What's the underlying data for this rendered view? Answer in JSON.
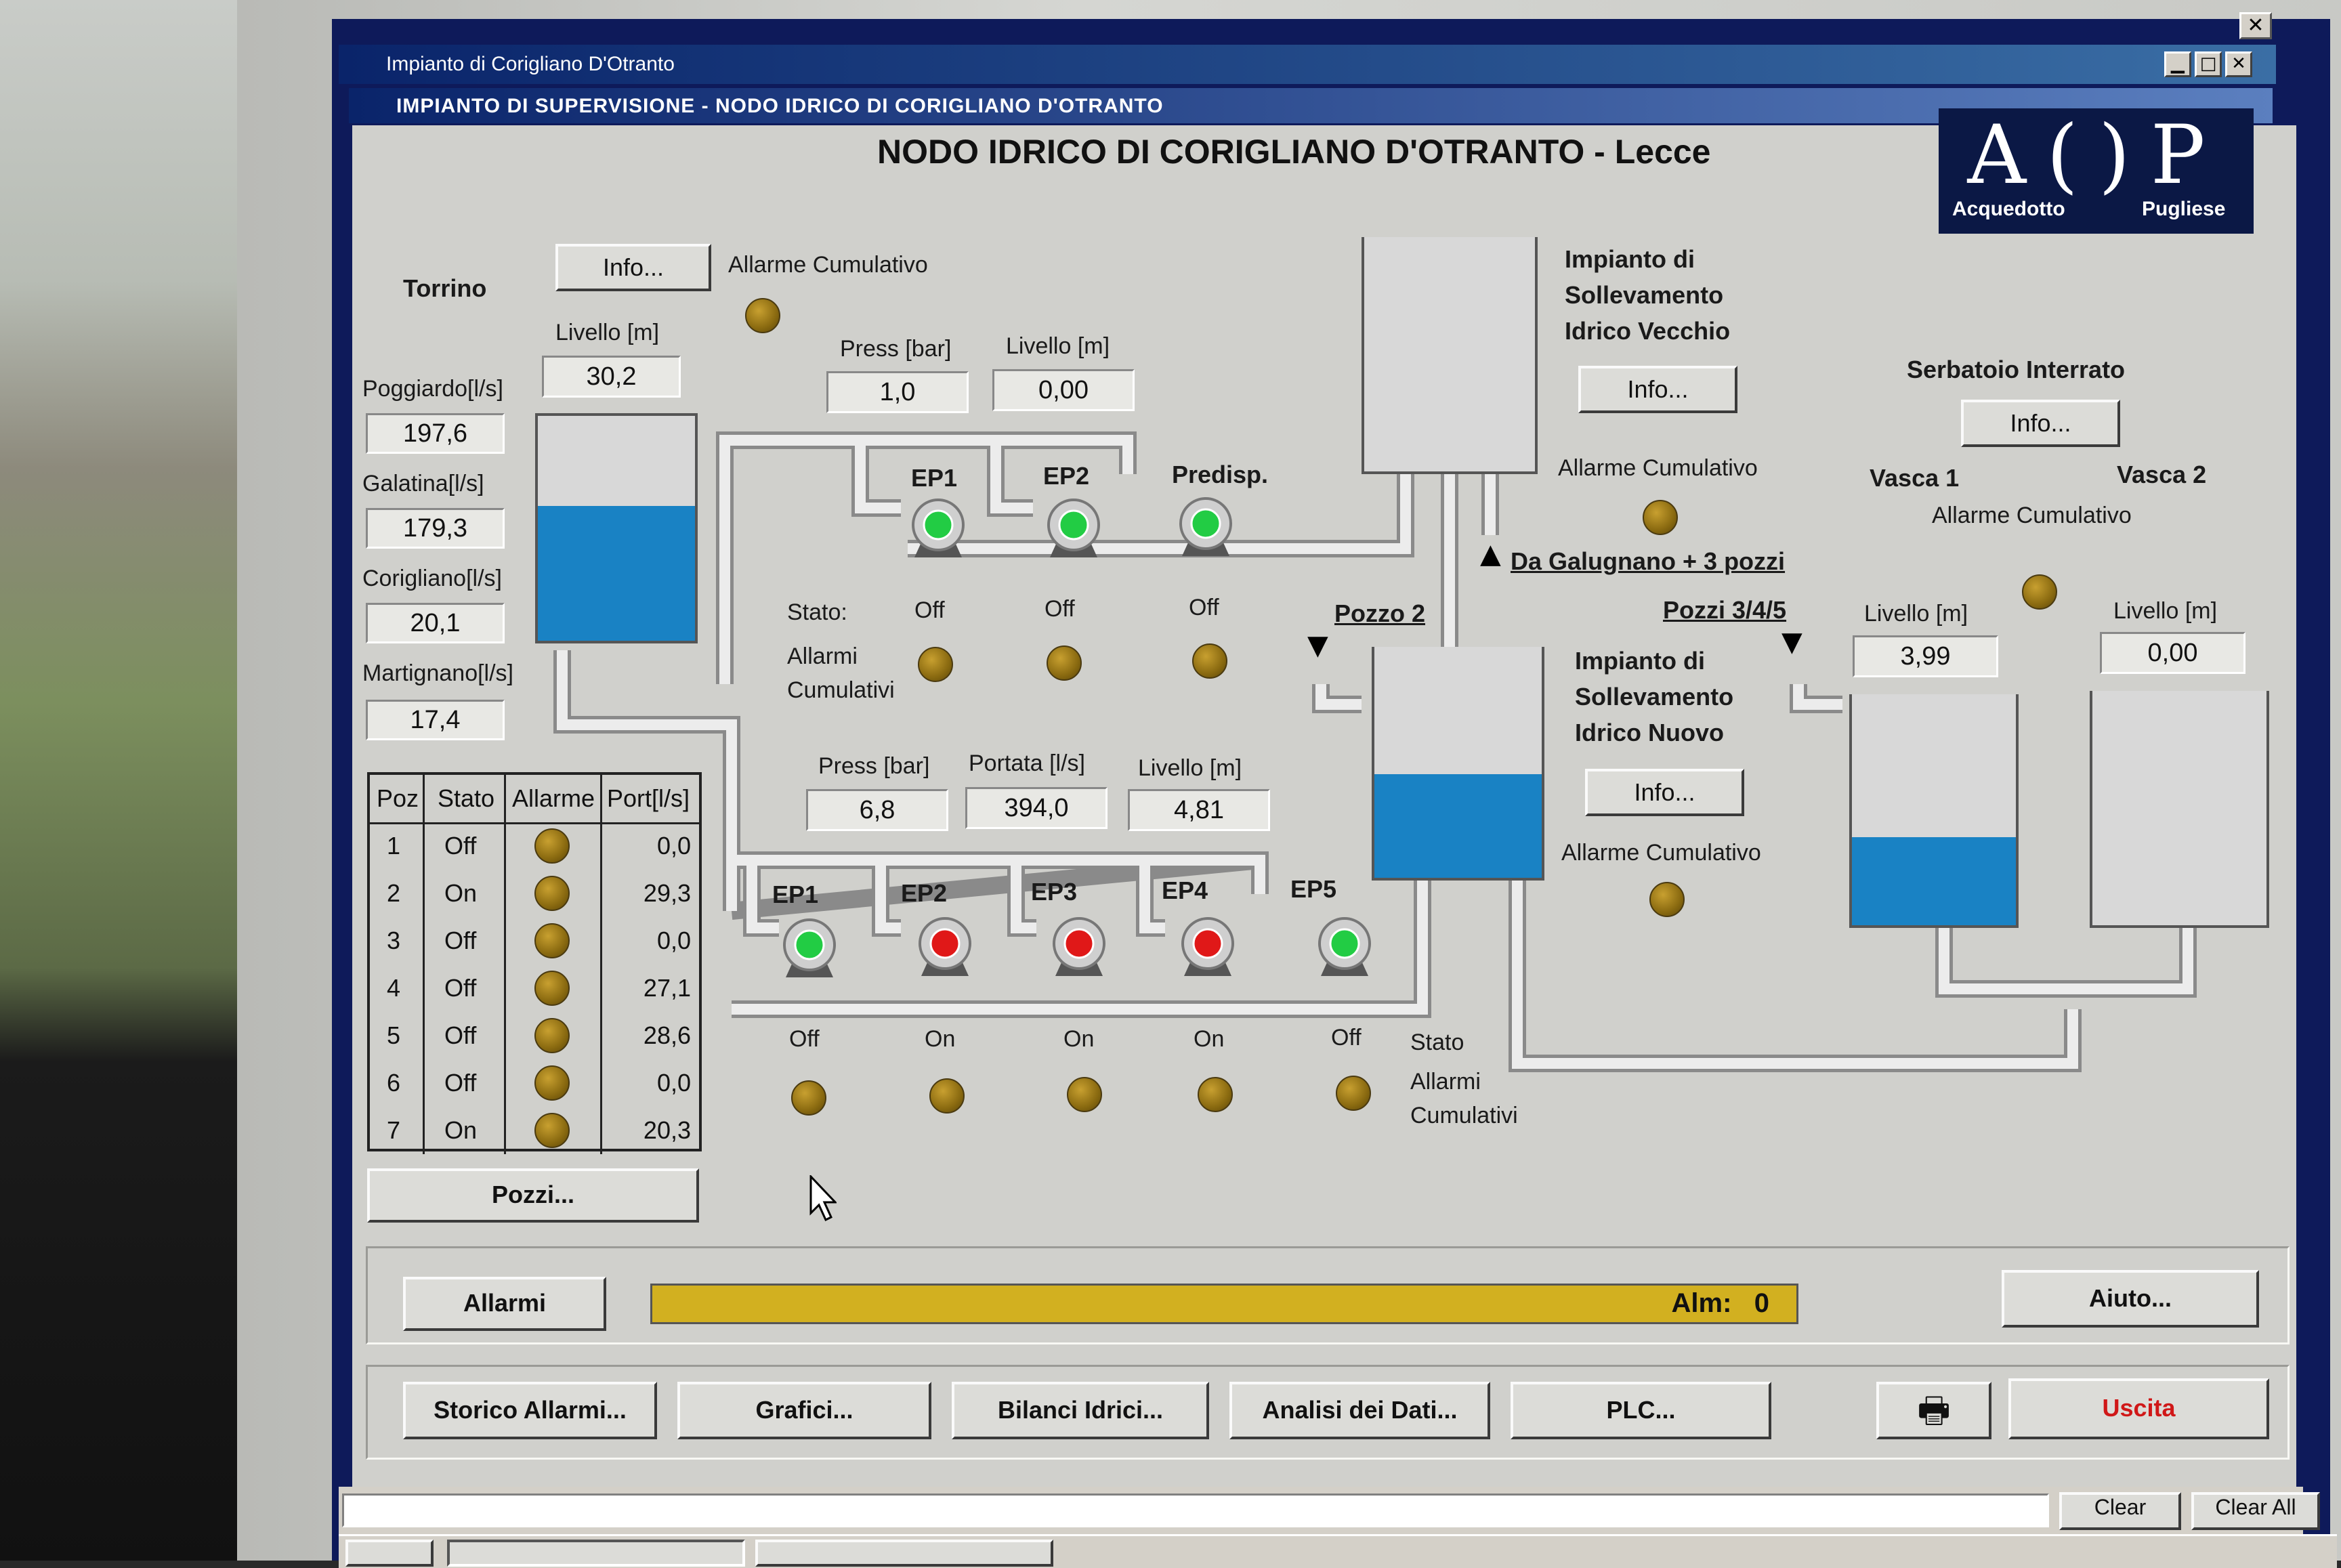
{
  "window": {
    "outer_title": "Impianto di Corigliano D'Otranto",
    "inner_title": "IMPIANTO DI SUPERVISIONE - NODO IDRICO DI CORIGLIANO D'OTRANTO",
    "outer_close": "✕",
    "minimize": "▁",
    "maximize": "□",
    "close": "✕"
  },
  "header": {
    "title": "NODO IDRICO DI CORIGLIANO D'OTRANTO - Lecce"
  },
  "logo": {
    "letters": "AQP",
    "line1": "Acquedotto",
    "line2": "Pugliese"
  },
  "torrino": {
    "title": "Torrino",
    "info_button": "Info...",
    "cum_alarm_label": "Allarme Cumulativo",
    "level_label": "Livello [m]",
    "level_value": "30,2",
    "level_fill": 0.6,
    "flows": [
      {
        "label": "Poggiardo[l/s]",
        "value": "197,6"
      },
      {
        "label": "Galatina[l/s]",
        "value": "179,3"
      },
      {
        "label": "Corigliano[l/s]",
        "value": "20,1"
      },
      {
        "label": "Martignano[l/s]",
        "value": "17,4"
      }
    ]
  },
  "upper_pumps": {
    "press_label": "Press [bar]",
    "press_value": "1,0",
    "level_label": "Livello [m]",
    "level_value": "0,00",
    "pumps": [
      {
        "name": "EP1",
        "state": "Off",
        "color": "#22cc44"
      },
      {
        "name": "EP2",
        "state": "Off",
        "color": "#22cc44"
      },
      {
        "name": "Predisp.",
        "state": "Off",
        "color": "#22cc44"
      }
    ],
    "state_label": "Stato:",
    "alarms_label_1": "Allarmi",
    "alarms_label_2": "Cumulativi"
  },
  "old_plant": {
    "title_1": "Impianto di",
    "title_2": "Sollevamento",
    "title_3": "Idrico Vecchio",
    "info_button": "Info...",
    "cum_alarm_label": "Allarme Cumulativo",
    "inlet_label": "Da Galugnano + 3 pozzi"
  },
  "new_plant": {
    "title_1": "Impianto di",
    "title_2": "Sollevamento",
    "title_3": "Idrico Nuovo",
    "info_button": "Info...",
    "cum_alarm_label": "Allarme Cumulativo",
    "pozzo2_label": "Pozzo 2",
    "pozzi345_label": "Pozzi 3/4/5",
    "level_fill": 0.45
  },
  "interrato": {
    "title": "Serbatoio Interrato",
    "info_button": "Info...",
    "vasca1": "Vasca 1",
    "vasca2": "Vasca 2",
    "cum_alarm_label": "Allarme Cumulativo",
    "level_label_1": "Livello [m]",
    "level_value_1": "3,99",
    "level_fill_1": 0.38,
    "level_label_2": "Livello [m]",
    "level_value_2": "0,00",
    "level_fill_2": 0.0
  },
  "lower_pumps": {
    "press_label": "Press [bar]",
    "press_value": "6,8",
    "flow_label": "Portata [l/s]",
    "flow_value": "394,0",
    "level_label": "Livello [m]",
    "level_value": "4,81",
    "pumps": [
      {
        "name": "EP1",
        "state": "Off",
        "color": "#22cc44"
      },
      {
        "name": "EP2",
        "state": "On",
        "color": "#e01818"
      },
      {
        "name": "EP3",
        "state": "On",
        "color": "#e01818"
      },
      {
        "name": "EP4",
        "state": "On",
        "color": "#e01818"
      },
      {
        "name": "EP5",
        "state": "Off",
        "color": "#22cc44"
      }
    ],
    "state_label": "Stato",
    "alarms_label_1": "Allarmi",
    "alarms_label_2": "Cumulativi"
  },
  "wells_table": {
    "headers": [
      "Poz",
      "Stato",
      "Allarme",
      "Port[l/s]"
    ],
    "rows": [
      {
        "poz": "1",
        "stato": "Off",
        "port": "0,0"
      },
      {
        "poz": "2",
        "stato": "On",
        "port": "29,3"
      },
      {
        "poz": "3",
        "stato": "Off",
        "port": "0,0"
      },
      {
        "poz": "4",
        "stato": "Off",
        "port": "27,1"
      },
      {
        "poz": "5",
        "stato": "Off",
        "port": "28,6"
      },
      {
        "poz": "6",
        "stato": "Off",
        "port": "0,0"
      },
      {
        "poz": "7",
        "stato": "On",
        "port": "20,3"
      }
    ],
    "pozzi_button": "Pozzi..."
  },
  "alarm_bar": {
    "allarmi_button": "Allarmi",
    "text": "Alm:   0",
    "aiuto_button": "Aiuto..."
  },
  "bottom_buttons": {
    "storico": "Storico Allarmi...",
    "grafici": "Grafici...",
    "bilanci": "Bilanci Idrici...",
    "analisi": "Analisi dei Dati...",
    "plc": "PLC...",
    "print_icon": "🖶",
    "uscita": "Uscita"
  },
  "status_strip": {
    "clear": "Clear",
    "clear_all": "Clear All"
  },
  "colors": {
    "water": "#1982c4",
    "alarm_bar": "#d2b020",
    "exit_text": "#d01818"
  }
}
